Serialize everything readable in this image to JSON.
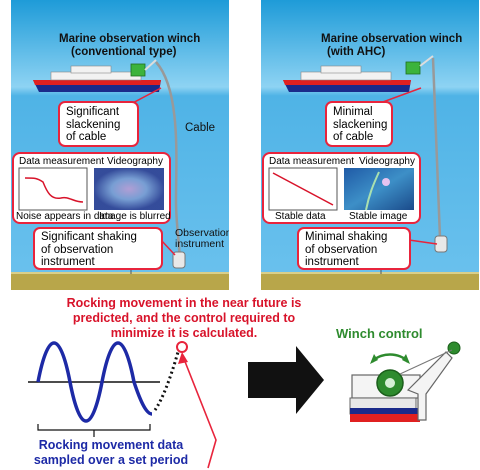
{
  "left_panel": {
    "winch_title_line1": "Marine observation winch",
    "winch_title_line2": "(conventional type)",
    "slack_callout": [
      "Significant",
      "slackening",
      "of cable"
    ],
    "cable_label": "Cable",
    "data_measurement": "Data measurement",
    "videography": "Videography",
    "data_caption": "Noise appears in data",
    "video_caption": "Image is blurred",
    "shaking_callout": [
      "Significant shaking",
      "of observation",
      "instrument"
    ],
    "instrument_label": [
      "Observation",
      "instrument"
    ]
  },
  "right_panel": {
    "winch_title_line1": "Marine observation winch",
    "winch_title_line2": "(with AHC)",
    "slack_callout": [
      "Minimal",
      "slackening",
      "of cable"
    ],
    "data_measurement": "Data measurement",
    "videography": "Videography",
    "data_caption": "Stable data",
    "video_caption": "Stable image",
    "shaking_callout": [
      "Minimal shaking",
      "of observation",
      "instrument"
    ]
  },
  "bottom": {
    "prediction_text": [
      "Rocking movement in the near future is",
      "predicted, and the control required to",
      "minimize it is calculated."
    ],
    "sampled_text": [
      "Rocking movement data",
      "sampled over a set period"
    ],
    "winch_control": "Winch control"
  },
  "colors": {
    "sky_top": "#27a3dd",
    "sea": "#4fb3e6",
    "seabed": "#b8a64a",
    "callout_border": "#e8243c",
    "green": "#2e8b2e",
    "wave": "#1d2aa6"
  }
}
